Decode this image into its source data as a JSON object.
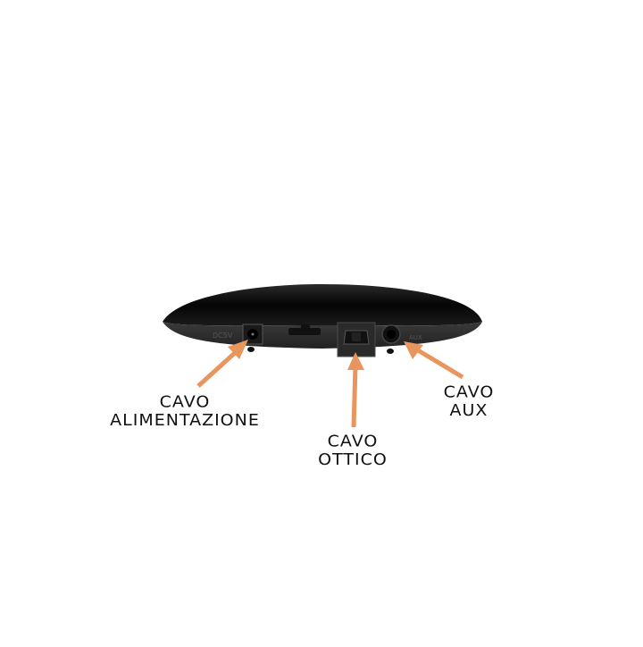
{
  "diagram": {
    "device": "audio-receiver-back-panel",
    "arrow_color": "#e8955e",
    "labels": [
      {
        "id": "power",
        "lines": [
          "CAVO",
          "ALIMENTAZIONE"
        ]
      },
      {
        "id": "optical",
        "lines": [
          "CAVO",
          "OTTICO"
        ]
      },
      {
        "id": "aux",
        "lines": [
          "CAVO",
          "AUX"
        ]
      }
    ],
    "port_markings": {
      "power": "DC5V",
      "aux": "AUX"
    }
  }
}
